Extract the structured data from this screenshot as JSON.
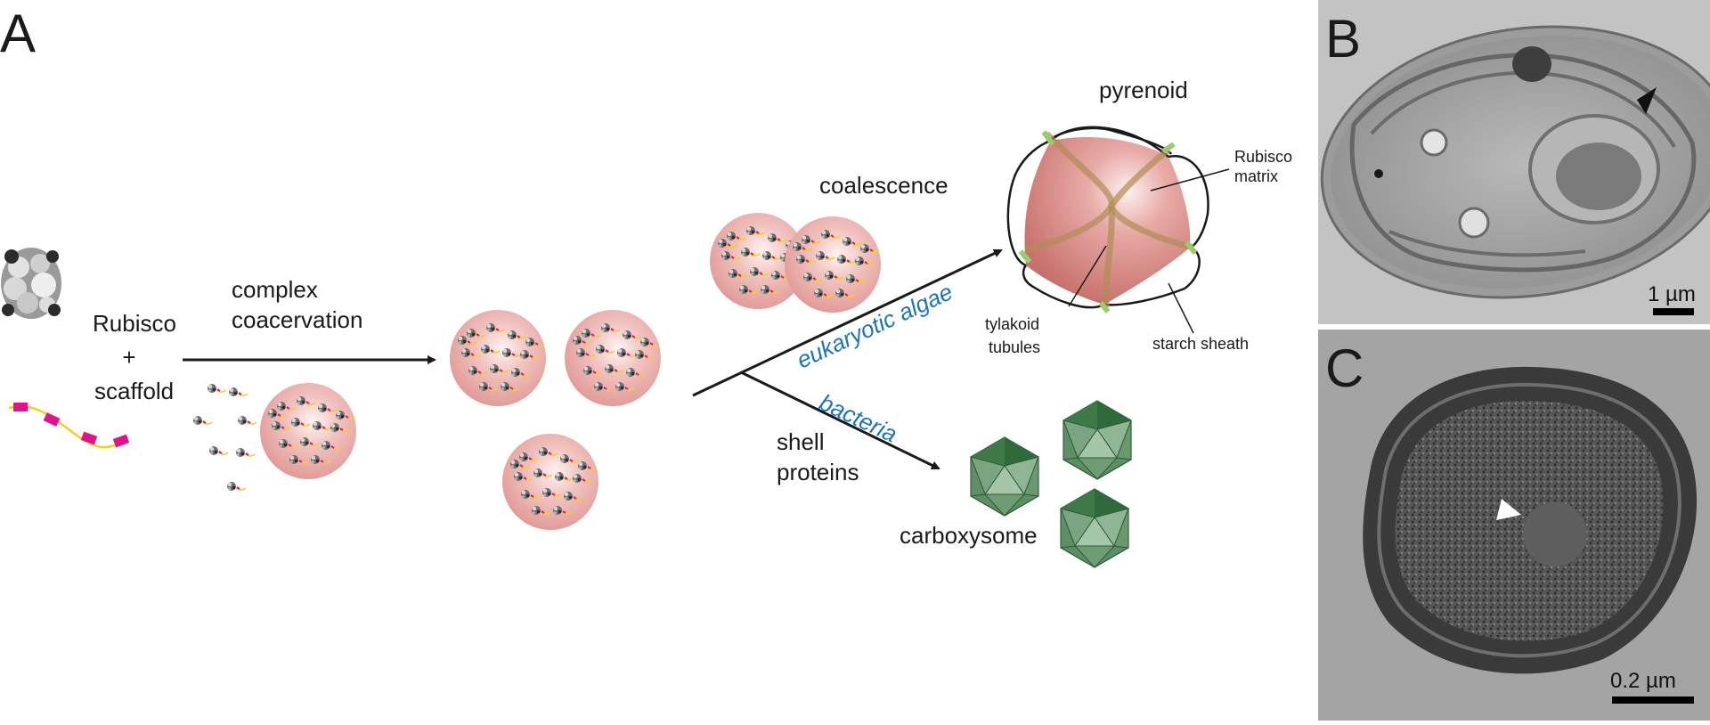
{
  "panels": {
    "a": "A",
    "b": "B",
    "c": "C"
  },
  "labels": {
    "rubisco": "Rubisco",
    "plus": "+",
    "scaffold": "scaffold",
    "complex": "complex",
    "coacervation": "coacervation",
    "coalescence": "coalescence",
    "eukaryotic_algae": "eukaryotic algae",
    "bacteria": "bacteria",
    "shell": "shell",
    "proteins": "proteins",
    "carboxysome": "carboxysome",
    "pyrenoid": "pyrenoid",
    "rubisco_matrix_1": "Rubisco",
    "rubisco_matrix_2": "matrix",
    "tylakoid": "tylakoid",
    "tubules": "tubules",
    "starch_sheath": "starch sheath"
  },
  "scale_bars": {
    "b": "1 µm",
    "c": "0.2 µm"
  },
  "colors": {
    "droplet": "#e8a7a4",
    "droplet_core": "#fbe6e4",
    "pyrenoid": "#d98a86",
    "carboxysome": "#5b8e62",
    "carboxysome_dark": "#2f6a3a",
    "label_blue": "#1f73b7",
    "scaffold_magenta": "#e0138c",
    "scaffold_yellow": "#f2d21b"
  }
}
